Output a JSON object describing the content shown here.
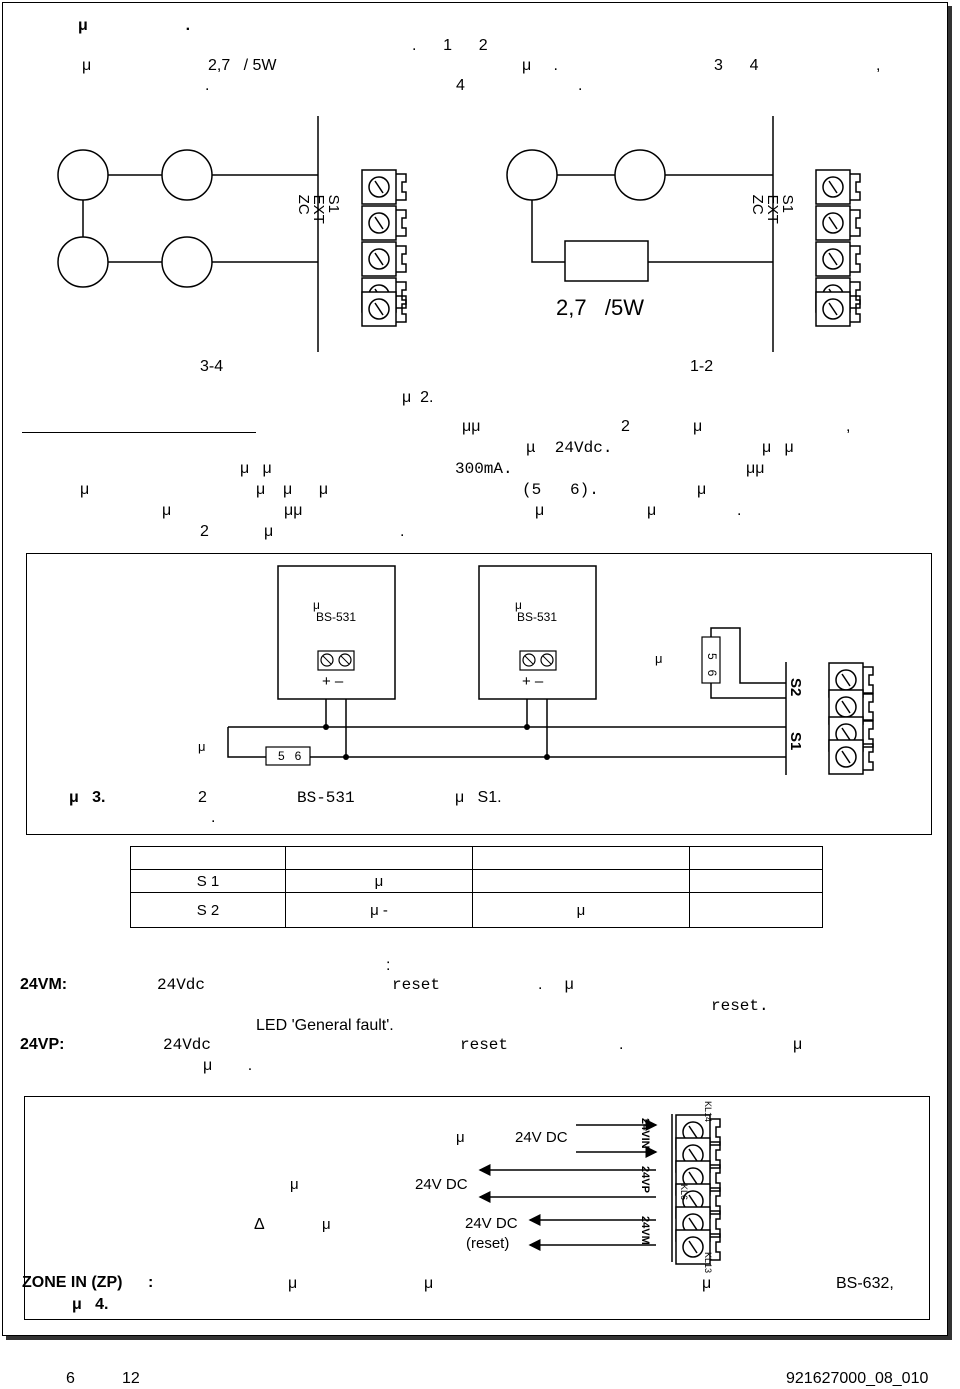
{
  "header": {
    "line1": "μ                      .",
    "line2": ".      1      2",
    "line3a": "μ",
    "line3b": "2,7   / 5W",
    "line3c": "μ     .",
    "line3d": "3      4",
    "line3e": ",",
    "line4a": ".",
    "line4b": "4",
    "line4c": "."
  },
  "diagram1": {
    "terminal_labels": [
      "S1",
      "EXT",
      "ZC"
    ],
    "resistor_label": "2,7   /5W",
    "caption_left": "3-4",
    "caption_right": "1-2",
    "caption_center": "μ  2."
  },
  "section2": {
    "lines": [
      {
        "a": "μμ",
        "b": "2",
        "c": "μ",
        "d": ","
      },
      {
        "a": "μ  24Vdc.",
        "b": "μ   μ"
      },
      {
        "a": "μ   μ",
        "b": "300mA.",
        "c": "μμ"
      },
      {
        "a": "μ",
        "b": "μ    μ      μ",
        "c": "(5   6).",
        "d": "μ"
      },
      {
        "a": "μ",
        "b": "μμ",
        "c": "μ",
        "d": "μ",
        "e": "."
      },
      {
        "a": "2",
        "b": "μ",
        "c": "."
      }
    ]
  },
  "diagram2": {
    "device1_mu": "μ",
    "device1_model": "BS-531",
    "device2_mu": "μ",
    "device2_model": "BS-531",
    "resistor_mu_right": "μ",
    "resistor_mu_left": "μ",
    "resistor_label": "5   6",
    "terminal_labels": [
      "S2",
      "S1"
    ],
    "caption_a": "μ   3.",
    "caption_b": "2",
    "caption_c": "BS-531",
    "caption_d": "μ   S1.",
    "caption_e": "."
  },
  "table": {
    "rows": [
      [
        "",
        "",
        "",
        ""
      ],
      [
        "S 1",
        "μ",
        "",
        ""
      ],
      [
        "S 2",
        "μ   -",
        "μ",
        ""
      ]
    ]
  },
  "outputs": {
    "colon": ":",
    "vm_label": "24VM:",
    "vm_text_a": "24Vdc",
    "vm_text_b": "reset",
    "vm_text_c": ".     μ",
    "vm_line2": "reset.",
    "vm_line3": "LED 'General fault'.",
    "vp_label": "24VP:",
    "vp_text_a": "24Vdc",
    "vp_text_b": "reset",
    "vp_text_c": ".",
    "vp_text_d": "μ",
    "vp_line2": "μ        ."
  },
  "diagram3": {
    "in_mu": "μ",
    "in_label": "24V DC",
    "out_mu": "μ",
    "out_label": "24V DC",
    "reset_delta": "Δ",
    "reset_mu": "μ",
    "reset_label": "24V DC",
    "reset_note": "(reset)",
    "term_top": "KL14",
    "term_mid": "KL6",
    "term_bot": "KL13",
    "term_labels": [
      "24VIN",
      "24VP",
      "24VM"
    ]
  },
  "zone": {
    "label": "ZONE IN (ZP)",
    "colon": ":",
    "mu1": "μ",
    "mu2": "μ",
    "mu3": "μ",
    "model": "BS-632,",
    "line2": "μ   4."
  },
  "footer": {
    "page": "6",
    "of": "12",
    "code": "921627000_08_010"
  }
}
